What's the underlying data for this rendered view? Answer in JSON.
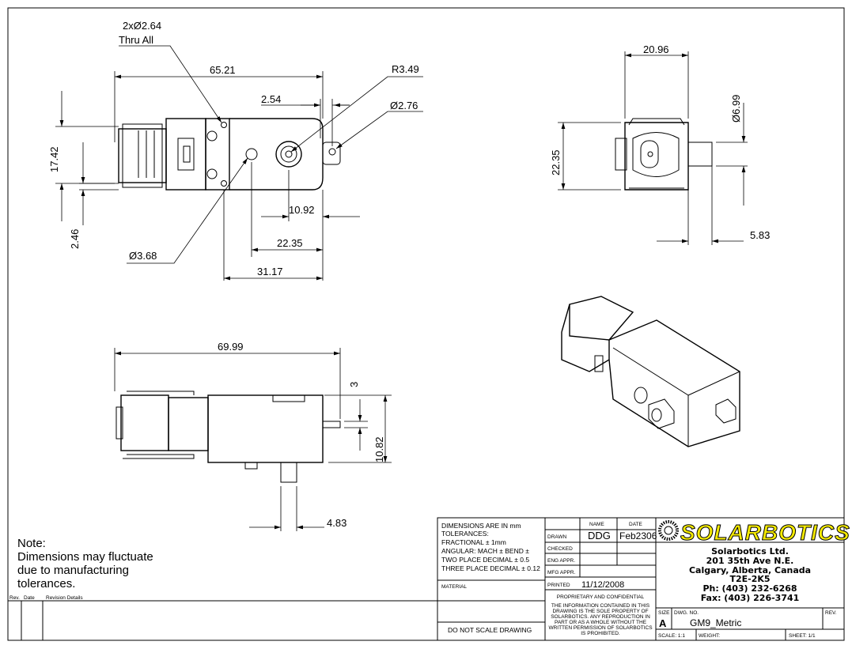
{
  "views": {
    "front": {
      "hole_callout": "2xØ2.64",
      "hole_callout_note": "Thru All",
      "overall_length": "65.21",
      "radius": "R3.49",
      "offset": "2.54",
      "tab_hole": "Ø2.76",
      "height": "17.42",
      "bottom_offset": "2.46",
      "shaft_pos": "10.92",
      "shaft_to_end": "22.35",
      "post_dia": "Ø3.68",
      "post_to_end": "31.17"
    },
    "side": {
      "width": "20.96",
      "shaft_dia": "Ø6.99",
      "height": "22.35",
      "shaft_len": "5.83"
    },
    "top": {
      "overall_length": "69.99",
      "shaft_flat": "3",
      "shaft_height": "10.82",
      "shaft_offset": "4.83"
    }
  },
  "note": {
    "title": "Note:",
    "lines": [
      "Dimensions may fluctuate",
      "due to manufacturing",
      "tolerances."
    ]
  },
  "revision_block": {
    "rev": "Rev.",
    "date": "Date",
    "details": "Revision Details"
  },
  "title_block": {
    "tolerances": [
      "DIMENSIONS ARE IN mm",
      "TOLERANCES:",
      "FRACTIONAL ± 1mm",
      "ANGULAR: MACH ±     BEND ±",
      "TWO PLACE DECIMAL     ± 0.5",
      "THREE PLACE DECIMAL   ± 0.12"
    ],
    "material_label": "MATERIAL",
    "do_not_scale": "DO  NOT  SCALE  DRAWING",
    "name_header": "NAME",
    "date_header": "DATE",
    "drawn_label": "DRAWN",
    "drawn_name": "DDG",
    "drawn_date": "Feb2306",
    "checked_label": "CHECKED",
    "eng_label": "ENG APPR.",
    "mfg_label": "MFG APPR.",
    "printed_label": "PRINTED",
    "printed_date": "11/12/2008",
    "proprietary_title": "PROPRIETARY AND CONFIDENTIAL",
    "proprietary_text": [
      "THE INFORMATION CONTAINED IN THIS",
      "DRAWING IS THE SOLE PROPERTY OF",
      "SOLARBOTICS.  ANY REPRODUCTION IN",
      "PART OR AS A WHOLE WITHOUT THE",
      "WRITTEN PERMISSION OF SOLARBOTICS",
      "IS PROHIBITED."
    ],
    "logo": "SOLARBOTICS",
    "company": [
      "Solarbotics Ltd.",
      "201 35th Ave N.E.",
      "Calgary, Alberta, Canada",
      "T2E-2K5",
      "Ph: (403) 232-6268",
      "Fax: (403) 226-3741"
    ],
    "size_label": "SIZE",
    "size": "A",
    "dwg_no_label": "DWG.  NO.",
    "dwg_no": "GM9_Metric",
    "rev_label": "REV.",
    "scale": "SCALE: 1:1",
    "weight": "WEIGHT:",
    "sheet": "SHEET: 1/1"
  }
}
